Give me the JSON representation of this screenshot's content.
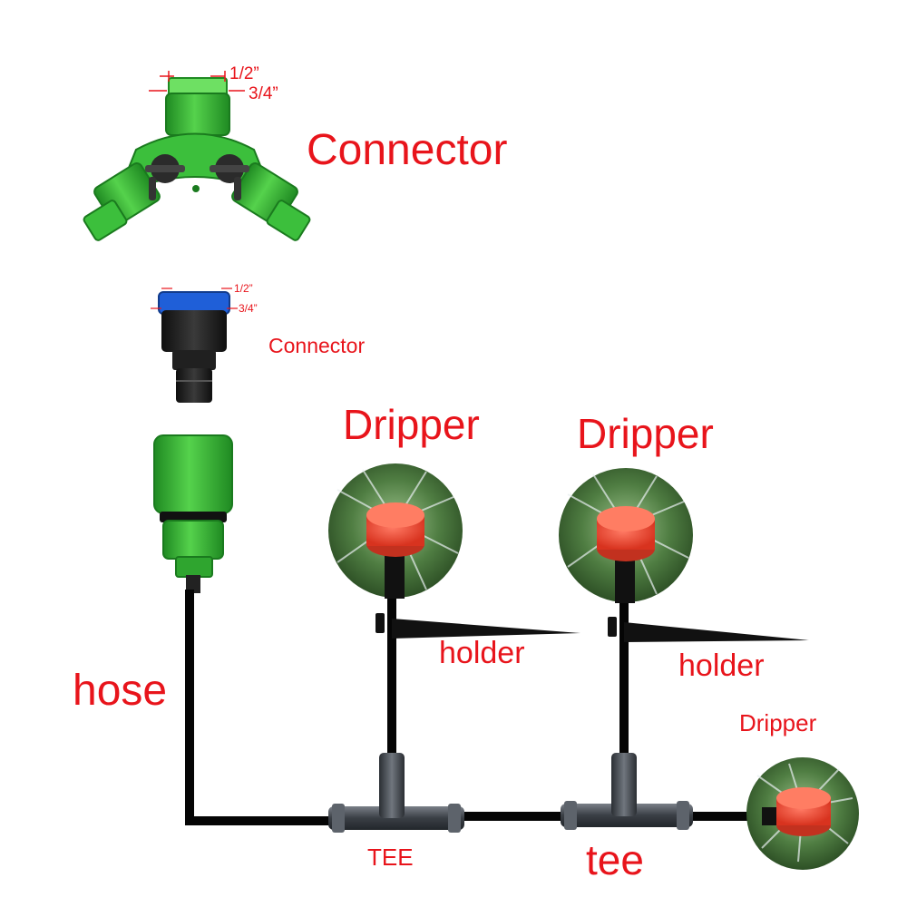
{
  "labels": {
    "connector_large": "Connector",
    "connector_small": "Connector",
    "dripper_1": "Dripper",
    "dripper_2": "Dripper",
    "dripper_3": "Dripper",
    "holder_1": "holder",
    "holder_2": "holder",
    "hose": "hose",
    "tee_upper": "TEE",
    "tee_lower": "tee"
  },
  "dimensions": {
    "y_connector_top": "1/2”",
    "y_connector_bottom": "3/4”",
    "tap_connector_top": "1/2”",
    "tap_connector_bottom": "3/4”"
  },
  "colors": {
    "label": "#e8141b",
    "green_part": "#3cbf3c",
    "green_dark": "#1f8a22",
    "blue_ring": "#1f5fd8",
    "black_part": "#1b1b1b",
    "hose": "#050505",
    "tee_gray": "#4a4f55",
    "dripper_red": "#ef4a38",
    "foliage": "#3e6b34"
  }
}
